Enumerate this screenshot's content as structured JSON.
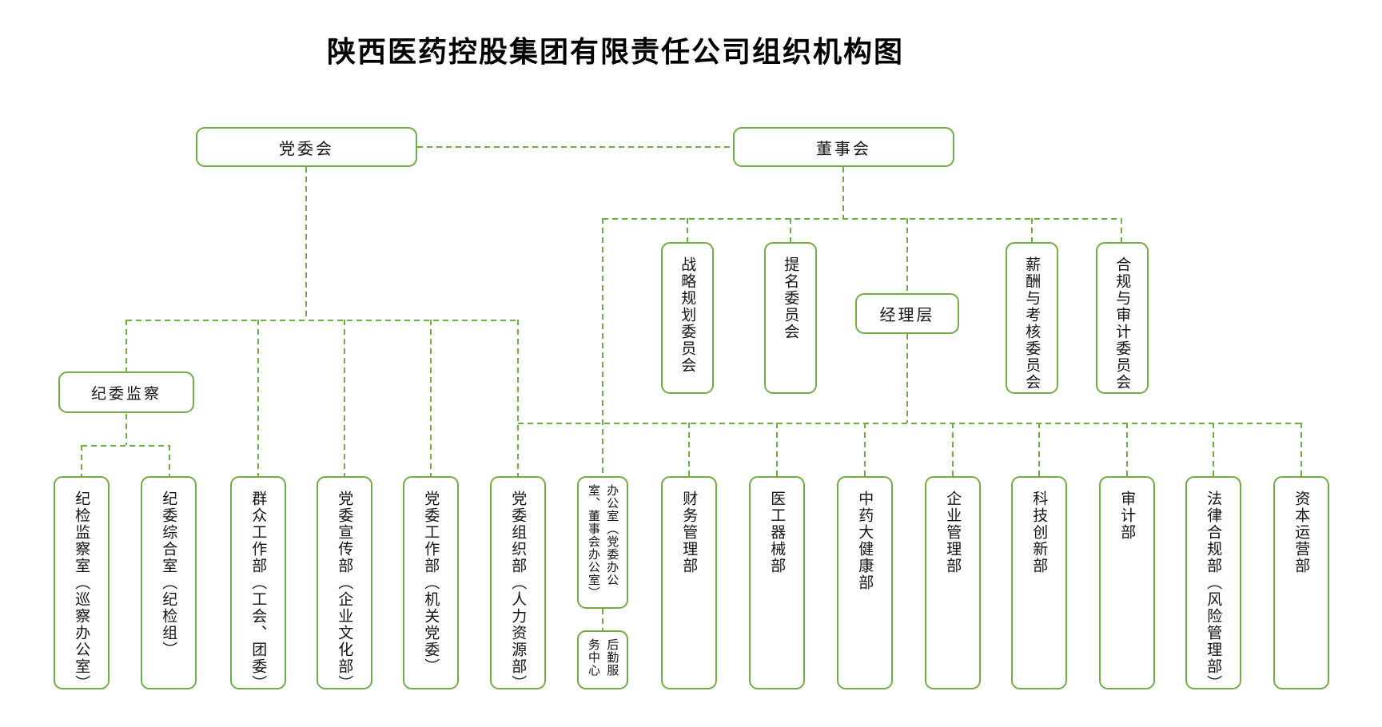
{
  "title": "陕西医药控股集团有限责任公司组织机构图",
  "colors": {
    "accent_green": "#70ad47",
    "text": "#141414",
    "background": "#ffffff"
  },
  "top": {
    "party_committee": "党委会",
    "board": "董事会"
  },
  "board_children": {
    "strategy": "战略规划委员会",
    "nomination": "提名委员会",
    "management": "经理层",
    "compensation": "薪酬与考核委员会",
    "compliance_audit": "合规与审计委员会"
  },
  "party_children": {
    "discipline": "纪委监察",
    "mass_work": "群众工作部（工会、团委）",
    "publicity": "党委宣传部（企业文化部）",
    "party_work": "党委工作部（机关党委）",
    "organization": "党委组织部（人力资源部）"
  },
  "discipline_children": {
    "inspection_office": "纪检监察室（巡察办公室）",
    "general_office": "纪委综合室（纪检组）"
  },
  "management_children": {
    "general_office": "办公室（党委办公室、董事会办公室）",
    "logistics": "后勤服务中心",
    "finance": "财务管理部",
    "medical_devices": "医工器械部",
    "tcm_health": "中药大健康部",
    "enterprise_mgmt": "企业管理部",
    "tech_innovation": "科技创新部",
    "audit": "审计部",
    "legal_compliance": "法律合规部（风险管理部）",
    "capital_operation": "资本运营部"
  }
}
